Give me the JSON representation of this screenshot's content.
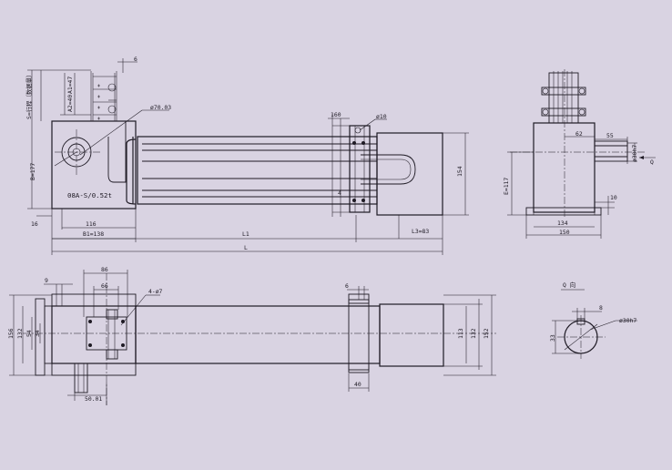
{
  "labels": {
    "s_stroke": "S=行程（数据量）",
    "a2": "A2=40",
    "a1": "A1=47",
    "b": "B=177",
    "d6_top": "6",
    "dia70": "ø70.03",
    "model": "08A-S/0.52t",
    "d160": "160",
    "dia10": "ø10",
    "d4_front": "4",
    "d154": "154",
    "d16": "16",
    "d116": "116",
    "b1": "B1=138",
    "l1": "L1",
    "l3": "L3=83",
    "l": "L",
    "d62": "62",
    "d55": "55",
    "d30h7_side": "ø30h7",
    "q_arrow": "Q",
    "e": "E=117",
    "d10": "10",
    "d134": "134",
    "d150": "150",
    "d9": "9",
    "d86": "86",
    "d66": "66",
    "holes": "4-ø7",
    "d6_plan": "6",
    "d156": "156",
    "d132_left": "132",
    "d54": "54",
    "d34": "34",
    "d113": "113",
    "d132_right": "132",
    "d152": "152",
    "d50": "50.01",
    "d40": "40",
    "q_view": "Q  向",
    "d8": "8",
    "d30h7_q": "ø30h7",
    "d33": "33"
  }
}
